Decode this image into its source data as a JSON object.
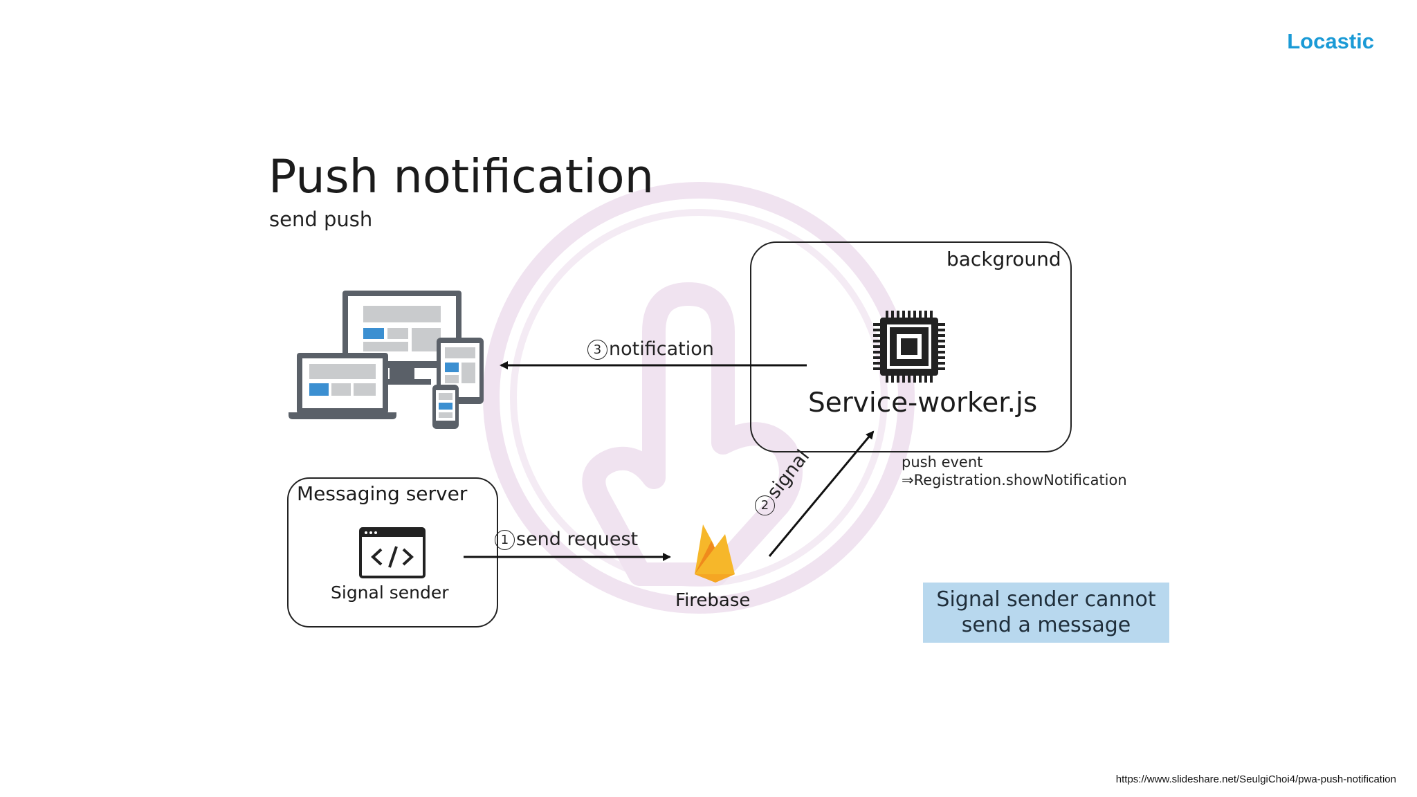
{
  "brand": "Locastic",
  "slide": {
    "title": "Push notification",
    "subtitle": "send push"
  },
  "diagram": {
    "background_box": {
      "label": "background",
      "component": "Service-worker.js",
      "icon": "cpu-chip-icon"
    },
    "push_event": {
      "line1": "push event",
      "line2": "⇒Registration.showNotification"
    },
    "messaging_server": {
      "label": "Messaging server",
      "component": "Signal sender",
      "icon": "code-window-icon"
    },
    "firebase": {
      "label": "Firebase",
      "icon": "firebase-flame-icon"
    },
    "clients": {
      "icon": "multi-device-icon"
    },
    "steps": [
      {
        "num": "1",
        "label": "send request"
      },
      {
        "num": "2",
        "label": "signal"
      },
      {
        "num": "3",
        "label": "notification"
      }
    ],
    "note": {
      "line1": "Signal sender cannot",
      "line2": "send a message"
    }
  },
  "source_url": "https://www.slideshare.net/SeulgiChoi4/pwa-push-notification",
  "colors": {
    "brand": "#1a9ad6",
    "note_bg": "#b8d8ee",
    "device_blue": "#3b8fd1",
    "firebase_yellow": "#f6b72a",
    "firebase_orange": "#f08a1c",
    "watermark": "#eadbeb"
  }
}
